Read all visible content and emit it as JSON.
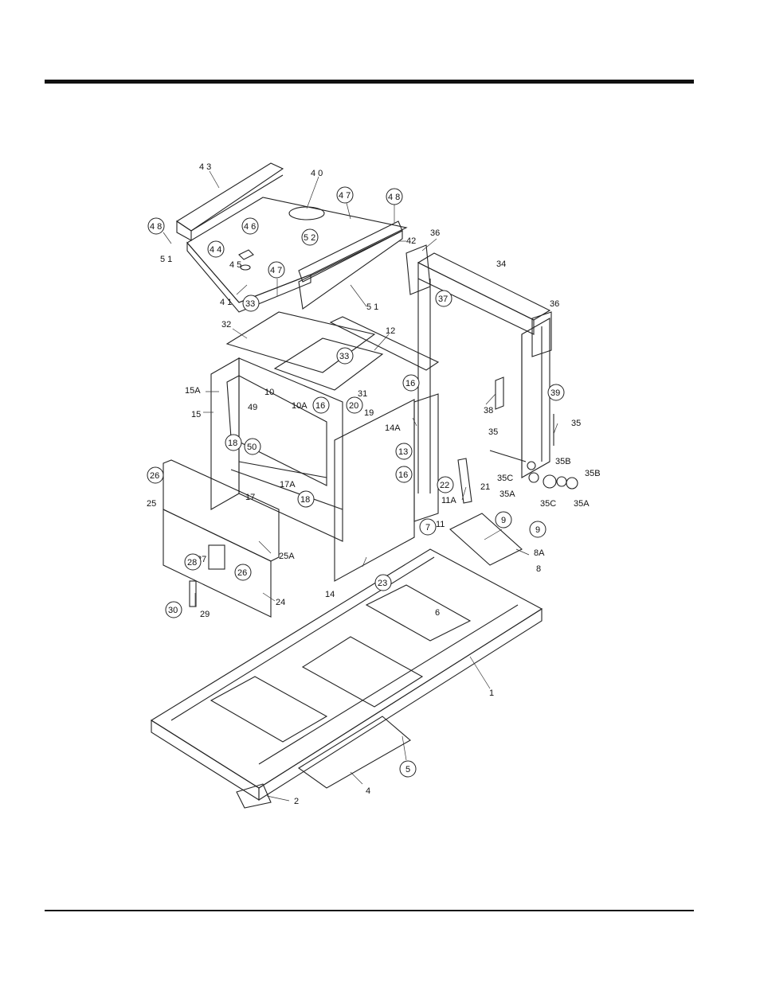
{
  "labels": [
    {
      "id": "43",
      "text": "4 3"
    },
    {
      "id": "40",
      "text": "4 0"
    },
    {
      "id": "47a",
      "text": "4 7",
      "circled": true
    },
    {
      "id": "48a",
      "text": "4 8",
      "circled": true
    },
    {
      "id": "48b",
      "text": "4 8",
      "circled": true
    },
    {
      "id": "46",
      "text": "4 6",
      "circled": true
    },
    {
      "id": "52",
      "text": "5 2",
      "circled": true
    },
    {
      "id": "42",
      "text": "42"
    },
    {
      "id": "36a",
      "text": "36"
    },
    {
      "id": "51a",
      "text": "5 1"
    },
    {
      "id": "44",
      "text": "4 4",
      "circled": true
    },
    {
      "id": "45",
      "text": "4 5"
    },
    {
      "id": "47b",
      "text": "4 7",
      "circled": true
    },
    {
      "id": "34",
      "text": "34"
    },
    {
      "id": "41",
      "text": "4 1"
    },
    {
      "id": "51b",
      "text": "5 1"
    },
    {
      "id": "37",
      "text": "37",
      "circled": true
    },
    {
      "id": "33a",
      "text": "33",
      "circled": true
    },
    {
      "id": "36b",
      "text": "36"
    },
    {
      "id": "32",
      "text": "32"
    },
    {
      "id": "12",
      "text": "12"
    },
    {
      "id": "33b",
      "text": "33",
      "circled": true
    },
    {
      "id": "16a",
      "text": "16",
      "circled": true
    },
    {
      "id": "15A",
      "text": "15A"
    },
    {
      "id": "10",
      "text": "10"
    },
    {
      "id": "31",
      "text": "31"
    },
    {
      "id": "39",
      "text": "39",
      "circled": true
    },
    {
      "id": "20",
      "text": "20",
      "circled": true
    },
    {
      "id": "15",
      "text": "15"
    },
    {
      "id": "49",
      "text": "49"
    },
    {
      "id": "10A",
      "text": "10A"
    },
    {
      "id": "16b",
      "text": "16",
      "circled": true
    },
    {
      "id": "19",
      "text": "19"
    },
    {
      "id": "38",
      "text": "38"
    },
    {
      "id": "35a",
      "text": "35"
    },
    {
      "id": "14A",
      "text": "14A"
    },
    {
      "id": "35b",
      "text": "35"
    },
    {
      "id": "18a",
      "text": "18",
      "circled": true
    },
    {
      "id": "50",
      "text": "50",
      "circled": true
    },
    {
      "id": "13",
      "text": "13",
      "circled": true
    },
    {
      "id": "35B",
      "text": "35B"
    },
    {
      "id": "35Bb",
      "text": "35B"
    },
    {
      "id": "26a",
      "text": "26",
      "circled": true
    },
    {
      "id": "16c",
      "text": "16",
      "circled": true
    },
    {
      "id": "35Ca",
      "text": "35C"
    },
    {
      "id": "21",
      "text": "21"
    },
    {
      "id": "22",
      "text": "22",
      "circled": true
    },
    {
      "id": "17A",
      "text": "17A"
    },
    {
      "id": "25",
      "text": "25"
    },
    {
      "id": "17",
      "text": "17"
    },
    {
      "id": "35Aa",
      "text": "35A"
    },
    {
      "id": "35Cb",
      "text": "35C"
    },
    {
      "id": "35Ab",
      "text": "35A"
    },
    {
      "id": "18b",
      "text": "18",
      "circled": true
    },
    {
      "id": "11A",
      "text": "11A"
    },
    {
      "id": "11",
      "text": "11"
    },
    {
      "id": "7",
      "text": "7",
      "circled": true
    },
    {
      "id": "9a",
      "text": "9",
      "circled": true
    },
    {
      "id": "9b",
      "text": "9",
      "circled": true
    },
    {
      "id": "8A",
      "text": "8A"
    },
    {
      "id": "25A",
      "text": "25A"
    },
    {
      "id": "27",
      "text": "27"
    },
    {
      "id": "8",
      "text": "8"
    },
    {
      "id": "28",
      "text": "28",
      "circled": true
    },
    {
      "id": "26b",
      "text": "26",
      "circled": true
    },
    {
      "id": "23",
      "text": "23",
      "circled": true
    },
    {
      "id": "14",
      "text": "14"
    },
    {
      "id": "24",
      "text": "24"
    },
    {
      "id": "30",
      "text": "30",
      "circled": true
    },
    {
      "id": "29",
      "text": "29"
    },
    {
      "id": "6",
      "text": "6"
    },
    {
      "id": "1",
      "text": "1"
    },
    {
      "id": "5",
      "text": "5",
      "circled": true
    },
    {
      "id": "4",
      "text": "4"
    },
    {
      "id": "2",
      "text": "2"
    }
  ]
}
